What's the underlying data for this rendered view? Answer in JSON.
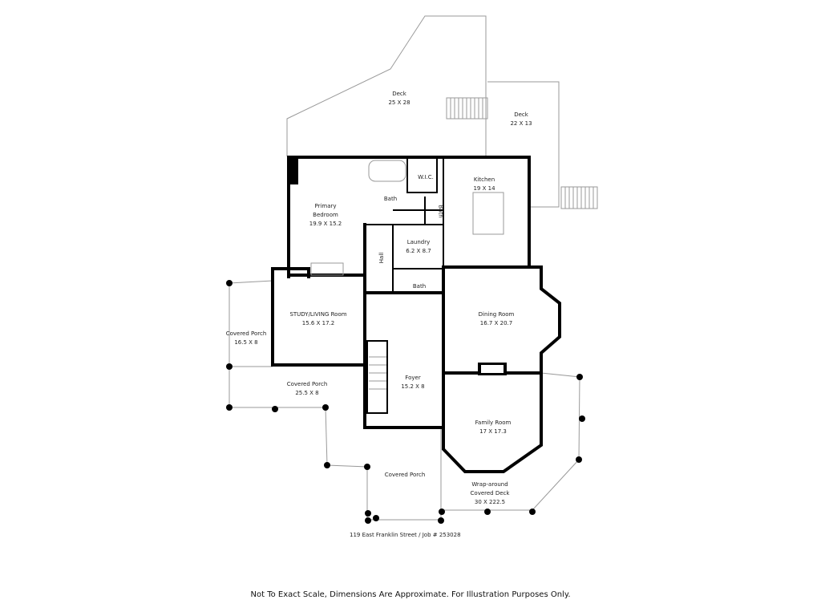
{
  "rooms": [
    {
      "name": "Deck",
      "dims": "25 X 28"
    },
    {
      "name": "Deck",
      "dims": "22 X 13"
    },
    {
      "name": "W.I.C.",
      "dims": ""
    },
    {
      "name": "Kitchen",
      "dims": "19 X 14"
    },
    {
      "name": "Bath",
      "dims": ""
    },
    {
      "name": "Primary Bedroom",
      "dims": "19.9 X 15.2"
    },
    {
      "name": "Bath",
      "dims": ""
    },
    {
      "name": "Laundry",
      "dims": "6.2 X 8.7"
    },
    {
      "name": "Hall",
      "dims": ""
    },
    {
      "name": "Bath",
      "dims": ""
    },
    {
      "name": "STUDY/LIVING Room",
      "dims": "15.6 X 17.2"
    },
    {
      "name": "Dining Room",
      "dims": "16.7 X 20.7"
    },
    {
      "name": "Covered Porch",
      "dims": "16.5 X 8"
    },
    {
      "name": "Covered Porch",
      "dims": "25.5 X 8"
    },
    {
      "name": "Foyer",
      "dims": "15.2 X 8"
    },
    {
      "name": "Family Room",
      "dims": "17 X 17.3"
    },
    {
      "name": "Covered Porch",
      "dims": ""
    },
    {
      "name": "Wrap-around Covered Deck",
      "dims": "30 X 222.5"
    }
  ],
  "address": "119 East Franklin Street / Job # 253028",
  "disclaimer": "Not To Exact Scale, Dimensions Are Approximate. For Illustration Purposes Only."
}
